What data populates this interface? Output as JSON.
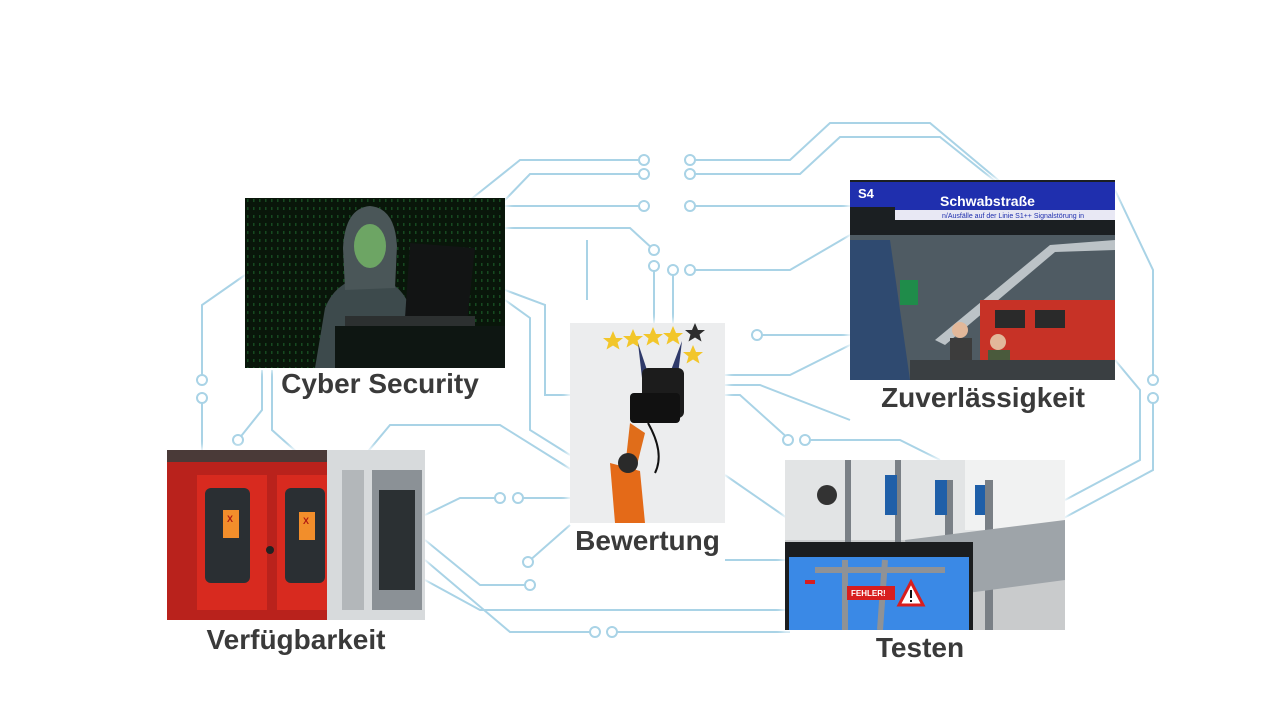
{
  "topics": {
    "cyber_security": "Cyber Security",
    "zuverlaessigkeit": "Zuverlässigkeit",
    "bewertung": "Bewertung",
    "verfuegbarkeit": "Verfügbarkeit",
    "testen": "Testen"
  },
  "station_sign": {
    "line": "S4",
    "station": "Schwabstraße",
    "ticker": "n/Ausfälle auf der Linie S1++ Signalstörung in"
  },
  "test_screen": {
    "error_label": "FEHLER!"
  },
  "door_sticker": {
    "text": "X"
  },
  "colors": {
    "circuit": "#a9d3e6",
    "label": "#3a3a3a",
    "sign_blue": "#1f2fae",
    "error_red": "#d81e1e"
  }
}
